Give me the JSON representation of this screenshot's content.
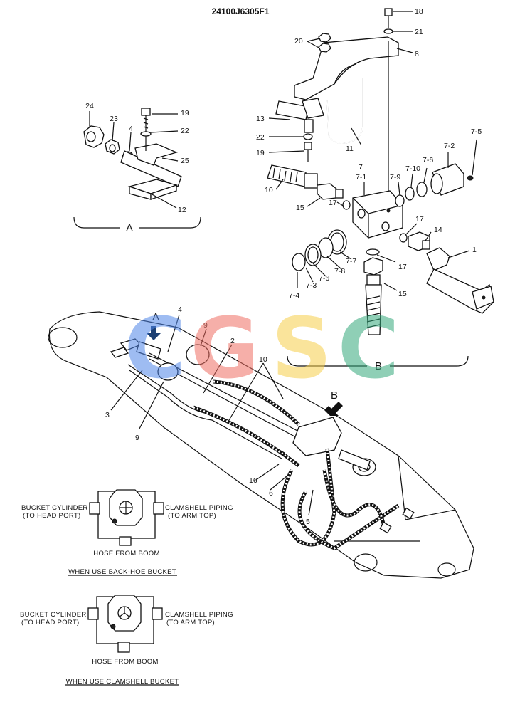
{
  "drawing_number": "24100J6305F1",
  "section_labels": {
    "a": "A",
    "b": "B"
  },
  "callouts": {
    "c24": "24",
    "c23": "23",
    "c4a": "4",
    "c19a": "19",
    "c22a": "22",
    "c25": "25",
    "c12": "12",
    "c20": "20",
    "c18": "18",
    "c21": "21",
    "c8": "8",
    "c13": "13",
    "c22b": "22",
    "c19b": "19",
    "c11": "11",
    "c10a": "10",
    "c15a": "15",
    "c7": "7",
    "c7_1": "7-1",
    "c7_9": "7-9",
    "c7_10": "7-10",
    "c7_6a": "7-6",
    "c7_2": "7-2",
    "c7_5": "7-5",
    "c17a": "17",
    "c17b": "17",
    "c14": "14",
    "c1": "1",
    "c17c": "17",
    "c7_7": "7-7",
    "c7_8": "7-8",
    "c7_6b": "7-6",
    "c7_3": "7-3",
    "c7_4": "7-4",
    "c15b": "15",
    "c4b": "4",
    "c9a": "9",
    "c2": "2",
    "c10b": "10",
    "c3": "3",
    "c9b": "9",
    "c16": "16",
    "c6": "6",
    "c5": "5"
  },
  "port_diagrams": [
    {
      "left_label_1": "BUCKET CYLINDER",
      "left_label_2": "(TO HEAD PORT)",
      "right_label_1": "CLAMSHELL PIPING",
      "right_label_2": "(TO ARM TOP)",
      "bottom_label": "HOSE FROM BOOM",
      "caption": "WHEN USE BACK-HOE BUCKET"
    },
    {
      "left_label_1": "BUCKET CYLINDER",
      "left_label_2": "(TO HEAD PORT)",
      "right_label_1": "CLAMSHELL PIPING",
      "right_label_2": "(TO ARM TOP)",
      "bottom_label": "HOSE FROM BOOM",
      "caption": "WHEN USE CLAMSHELL BUCKET"
    }
  ],
  "watermark": {
    "letters": [
      "C",
      "G",
      "S",
      "C"
    ],
    "colors": [
      "#4f86e8",
      "#ef6f63",
      "#f7cf4a",
      "#34a87b"
    ]
  },
  "colors": {
    "ink": "#111111",
    "arrow": "#1c3f73",
    "paper": "#ffffff"
  }
}
